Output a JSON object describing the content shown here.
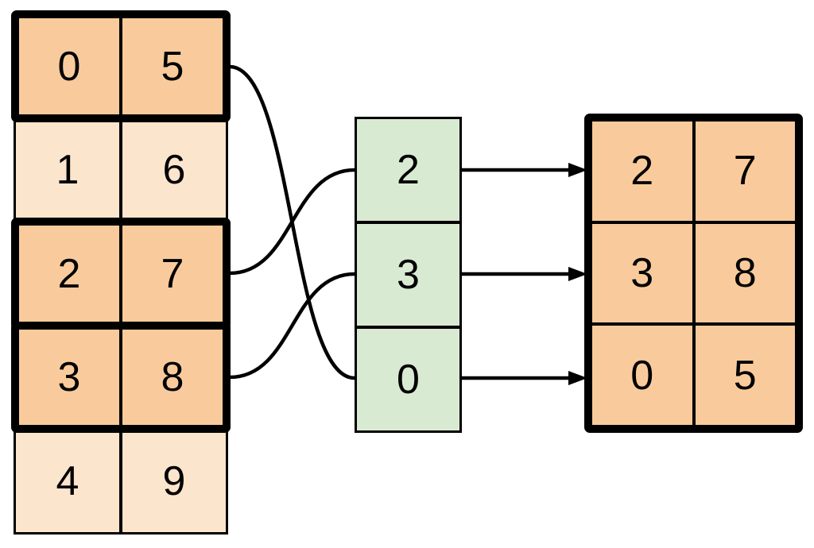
{
  "colors": {
    "canvas-bg": "#ffffff",
    "highlight-fill": "#F9CB9C",
    "muted-fill": "#FCE5CD",
    "index-fill": "#D9EAD3",
    "line-color": "#000000"
  },
  "source_table": {
    "rows": [
      {
        "cells": [
          "0",
          "5"
        ],
        "highlighted": true
      },
      {
        "cells": [
          "1",
          "6"
        ],
        "highlighted": false
      },
      {
        "cells": [
          "2",
          "7"
        ],
        "highlighted": true
      },
      {
        "cells": [
          "3",
          "8"
        ],
        "highlighted": true
      },
      {
        "cells": [
          "4",
          "9"
        ],
        "highlighted": false
      }
    ]
  },
  "index_column": {
    "cells": [
      "2",
      "3",
      "0"
    ]
  },
  "result_table": {
    "rows": [
      {
        "cells": [
          "2",
          "7"
        ]
      },
      {
        "cells": [
          "3",
          "8"
        ]
      },
      {
        "cells": [
          "0",
          "5"
        ]
      }
    ]
  }
}
